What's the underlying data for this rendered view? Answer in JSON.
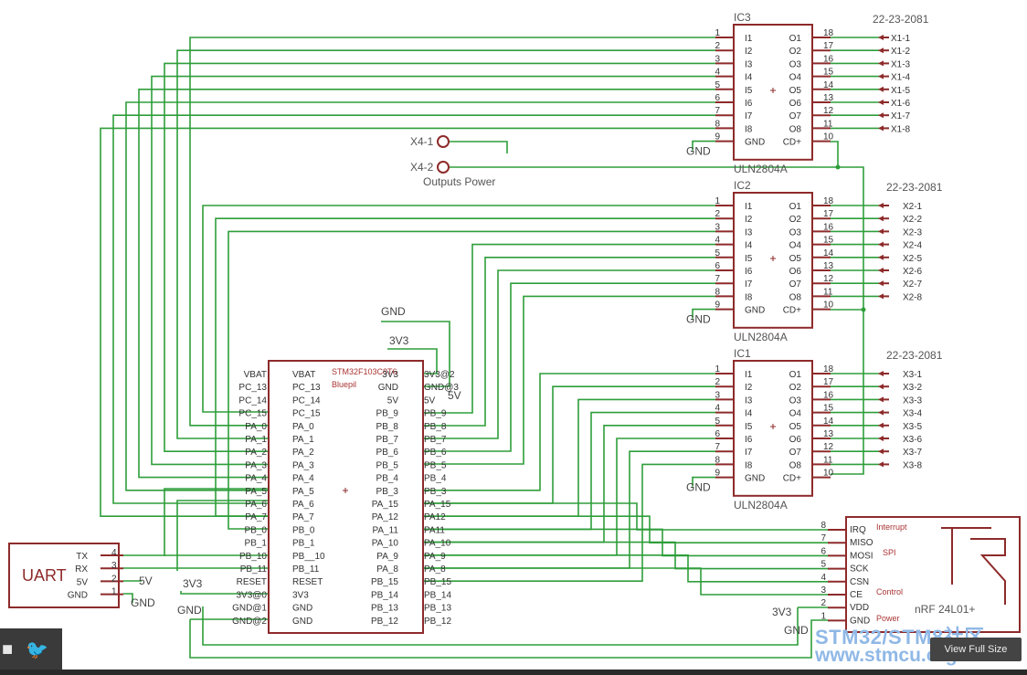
{
  "ics": [
    {
      "ref": "IC3",
      "part": "ULN2804A",
      "connector": "22-23-2081",
      "outputs": [
        "X1-1",
        "X1-2",
        "X1-3",
        "X1-4",
        "X1-5",
        "X1-6",
        "X1-7",
        "X1-8"
      ]
    },
    {
      "ref": "IC2",
      "part": "ULN2804A",
      "connector": "22-23-2081",
      "outputs": [
        "X2-1",
        "X2-2",
        "X2-3",
        "X2-4",
        "X2-5",
        "X2-6",
        "X2-7",
        "X2-8"
      ]
    },
    {
      "ref": "IC1",
      "part": "ULN2804A",
      "connector": "22-23-2081",
      "outputs": [
        "X3-1",
        "X3-2",
        "X3-3",
        "X3-4",
        "X3-5",
        "X3-6",
        "X3-7",
        "X3-8"
      ]
    }
  ],
  "ic_left_pins": [
    "I1",
    "I2",
    "I3",
    "I4",
    "I5",
    "I6",
    "I7",
    "I8",
    "GND"
  ],
  "ic_right_pins": [
    "O1",
    "O2",
    "O3",
    "O4",
    "O5",
    "O6",
    "O7",
    "O8",
    "CD+"
  ],
  "ic_left_nums": [
    "1",
    "2",
    "3",
    "4",
    "5",
    "6",
    "7",
    "8",
    "9"
  ],
  "ic_right_nums": [
    "18",
    "17",
    "16",
    "15",
    "14",
    "13",
    "12",
    "11",
    "10"
  ],
  "power_terminals": {
    "x4_1": "X4-1",
    "x4_2": "X4-2",
    "caption": "Outputs Power"
  },
  "nets": {
    "gnd": "GND",
    "v33": "3V3",
    "v5": "5V"
  },
  "mcu": {
    "title": "STM32F103C8T6",
    "subtitle": "Bluepil",
    "left_outer": [
      "VBAT",
      "PC_13",
      "PC_14",
      "PC_15",
      "PA_0",
      "PA_1",
      "PA_2",
      "PA_3",
      "PA_4",
      "PA_5",
      "PA_6",
      "PA_7",
      "PB_0",
      "PB_1",
      "PB_10",
      "PB_11",
      "RESET",
      "3V3@0",
      "GND@1",
      "GND@2"
    ],
    "left_inner": [
      "VBAT",
      "PC_13",
      "PC_14",
      "PC_15",
      "PA_0",
      "PA_1",
      "PA_2",
      "PA_3",
      "PA_4",
      "PA_5",
      "PA_6",
      "PA_7",
      "PB_0",
      "PB_1",
      "PB__10",
      "PB_11",
      "RESET",
      "3V3",
      "GND",
      "GND"
    ],
    "right_inner": [
      "3V3",
      "GND",
      "5V",
      "PB_9",
      "PB_8",
      "PB_7",
      "PB_6",
      "PB_5",
      "PB_4",
      "PB_3",
      "PA_15",
      "PA_12",
      "PA_11",
      "PA_10",
      "PA_9",
      "PA_8",
      "PB_15",
      "PB_14",
      "PB_13",
      "PB_12"
    ],
    "right_outer": [
      "3V3@2",
      "GND@3",
      "5V",
      "PB_9",
      "PB_8",
      "PB_7",
      "PB_6",
      "PB_5",
      "PB_4",
      "PB_3",
      "PA_15",
      "PA12",
      "PA11",
      "PA_10",
      "PA_9",
      "PA_8",
      "PB_15",
      "PB_14",
      "PB_13",
      "PB_12"
    ]
  },
  "uart": {
    "title": "UART",
    "pins": [
      "TX",
      "RX",
      "5V",
      "GND"
    ],
    "nums": [
      "4",
      "3",
      "2",
      "1"
    ]
  },
  "nrf": {
    "title": "nRF 24L01+",
    "pins": [
      "IRQ",
      "MISO",
      "MOSI",
      "SCK",
      "CSN",
      "CE",
      "VDD",
      "GND"
    ],
    "nums": [
      "8",
      "7",
      "6",
      "5",
      "4",
      "3",
      "2",
      "1"
    ],
    "groups": {
      "interrupt": "Interrupt",
      "spi": "SPI",
      "control": "Control",
      "power": "Power"
    }
  },
  "ui": {
    "view_full": "View Full Size",
    "watermark_line1": "STM32/STM8社区",
    "watermark_line2": "www.stmcu.org.cn"
  },
  "colors": {
    "wire": "#2e9e3a",
    "part": "#8e2a2a",
    "text": "#333333"
  }
}
